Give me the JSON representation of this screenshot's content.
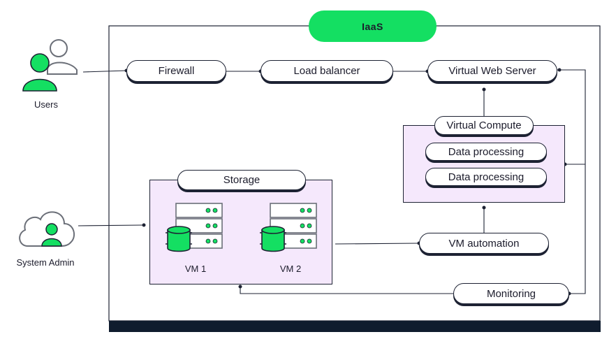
{
  "title": "IaaS",
  "actors": {
    "users": "Users",
    "system_admin": "System Admin"
  },
  "nodes": {
    "firewall": "Firewall",
    "load_balancer": "Load balancer",
    "virtual_web_server": "Virtual Web Server",
    "virtual_compute": "Virtual Compute",
    "data_processing_1": "Data processing",
    "data_processing_2": "Data processing",
    "storage": "Storage",
    "vm_automation": "VM automation",
    "monitoring": "Monitoring"
  },
  "vms": {
    "vm1": "VM 1",
    "vm2": "VM 2"
  },
  "colors": {
    "accent_green": "#14df62",
    "zone_fill": "#f5e8fc",
    "stroke": "#1d2233",
    "footer_bar": "#0f1c2e"
  },
  "icons": {
    "users": "users-icon",
    "system_admin": "cloud-admin-icon",
    "server": "server-rack-icon",
    "database": "database-icon"
  }
}
